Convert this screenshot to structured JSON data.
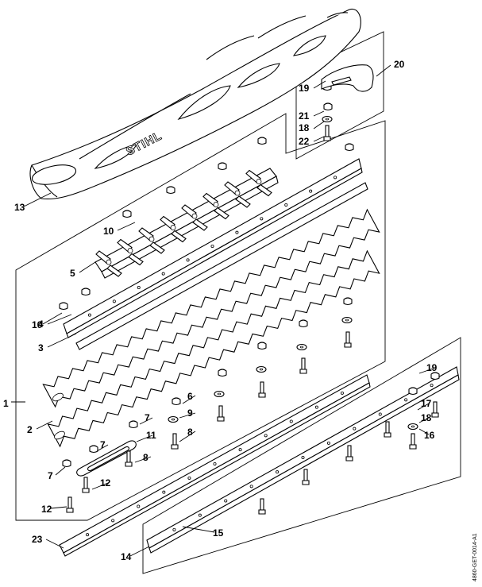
{
  "diagram": {
    "document_code": "4860-GET-0014-A1",
    "brand_text": "STIHL",
    "callouts": [
      {
        "id": "c1",
        "text": "1"
      },
      {
        "id": "c2",
        "text": "2"
      },
      {
        "id": "c3",
        "text": "3"
      },
      {
        "id": "c4",
        "text": "4"
      },
      {
        "id": "c5",
        "text": "5"
      },
      {
        "id": "c6",
        "text": "6"
      },
      {
        "id": "c7a",
        "text": "7"
      },
      {
        "id": "c7b",
        "text": "7"
      },
      {
        "id": "c7c",
        "text": "7"
      },
      {
        "id": "c8a",
        "text": "8"
      },
      {
        "id": "c8b",
        "text": "8"
      },
      {
        "id": "c9",
        "text": "9"
      },
      {
        "id": "c10a",
        "text": "10"
      },
      {
        "id": "c10b",
        "text": "10"
      },
      {
        "id": "c11",
        "text": "11"
      },
      {
        "id": "c12a",
        "text": "12"
      },
      {
        "id": "c12b",
        "text": "12"
      },
      {
        "id": "c13",
        "text": "13"
      },
      {
        "id": "c14",
        "text": "14"
      },
      {
        "id": "c15",
        "text": "15"
      },
      {
        "id": "c16",
        "text": "16"
      },
      {
        "id": "c17",
        "text": "17"
      },
      {
        "id": "c18a",
        "text": "18"
      },
      {
        "id": "c18b",
        "text": "18"
      },
      {
        "id": "c19a",
        "text": "19"
      },
      {
        "id": "c19b",
        "text": "19"
      },
      {
        "id": "c20",
        "text": "20"
      },
      {
        "id": "c21",
        "text": "21"
      },
      {
        "id": "c22",
        "text": "22"
      },
      {
        "id": "c23",
        "text": "23"
      }
    ]
  }
}
